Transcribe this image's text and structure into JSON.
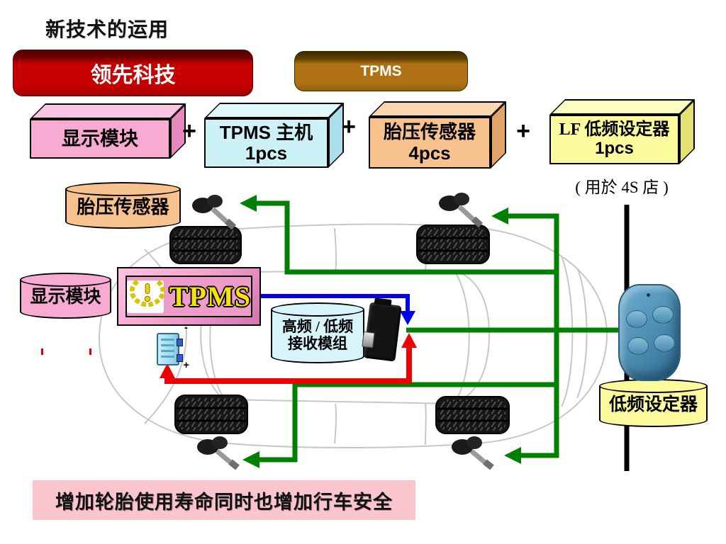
{
  "title": "新技术的运用",
  "banners": {
    "leading": {
      "label": "领先科技"
    },
    "tpms": {
      "label": "TPMS"
    }
  },
  "parts": {
    "plus": "+",
    "items": [
      {
        "label": "显示模块",
        "qty": ""
      },
      {
        "label": "TPMS 主机",
        "qty": "1pcs"
      },
      {
        "label": "胎压传感器",
        "qty": "4pcs"
      },
      {
        "label": "LF 低频设定器",
        "qty": "1pcs"
      }
    ],
    "note": "( 用於 4S 店 )"
  },
  "diagram": {
    "tire_sensor_cylinder": {
      "label": "胎压传感器"
    },
    "display_cylinder": {
      "label": "显示模块"
    },
    "tpms_display": {
      "label": "TPMS"
    },
    "receiver_cylinder": {
      "line1": "高频 / 低频",
      "line2": "接收模组"
    },
    "lf_setter_cylinder": {
      "label": "低频设定器"
    },
    "battery": {
      "plus": "+",
      "minus": "-"
    }
  },
  "footer": {
    "label": "增加轮胎使用寿命同时也增加行车安全"
  },
  "colors": {
    "banner_red": "#c60000",
    "banner_brown": "#b07114",
    "box_pink": "#f9aad2",
    "box_cyan": "#ccf2f8",
    "box_orange": "#f7c28e",
    "box_yellow": "#fbfa9c",
    "arrow_green": "#008000",
    "arrow_blue": "#0000ee",
    "arrow_red": "#ee0000",
    "remote_blue": "#4a8cb0"
  }
}
